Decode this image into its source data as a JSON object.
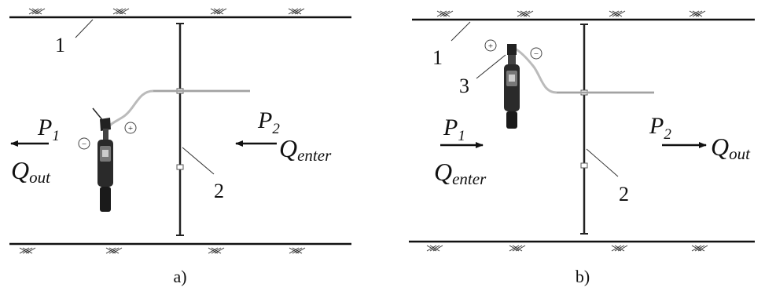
{
  "panels": [
    {
      "caption": "a)",
      "labels": {
        "n1": "1",
        "n2": "2"
      },
      "flow_left": {
        "pressure": "P",
        "pressure_sub": "1",
        "flow": "Q",
        "flow_sub": "out"
      },
      "flow_right": {
        "pressure": "P",
        "pressure_sub": "2",
        "flow": "Q",
        "flow_sub": "enter"
      }
    },
    {
      "caption": "b)",
      "labels": {
        "n1": "1",
        "n2": "2",
        "n3": "3"
      },
      "flow_left": {
        "pressure": "P",
        "pressure_sub": "1",
        "flow": "Q",
        "flow_sub": "enter"
      },
      "flow_right": {
        "pressure": "P",
        "pressure_sub": "2",
        "flow": "Q",
        "flow_sub": "out"
      }
    }
  ],
  "signs": {
    "plus": "+",
    "minus": "−"
  }
}
